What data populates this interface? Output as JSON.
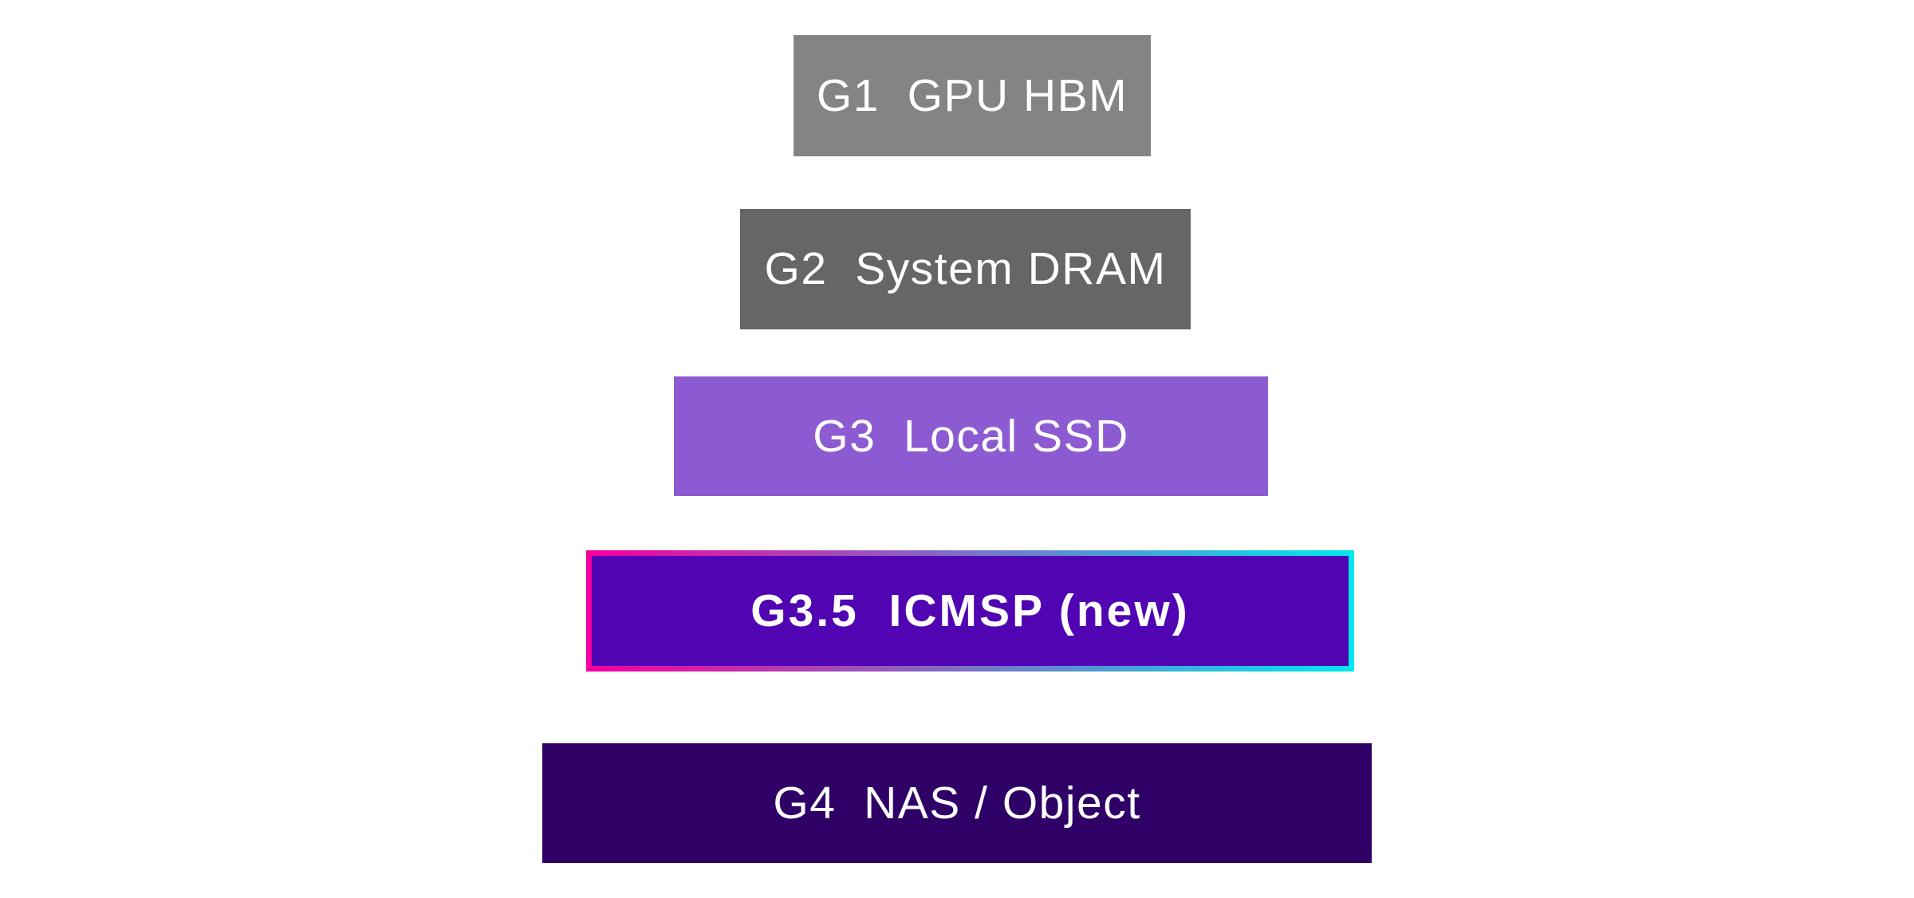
{
  "diagram": {
    "name": "storage-memory-hierarchy",
    "background_color": "#FFFFFF",
    "text_color": "#FFFFFF",
    "highlight_border_gradient": {
      "left": "#F5009E",
      "right": "#00E6EE"
    },
    "tiers": [
      {
        "id": "G1",
        "label": "G1  GPU HBM",
        "fill": "#848484",
        "bold": false,
        "highlighted": false
      },
      {
        "id": "G2",
        "label": "G2  System DRAM",
        "fill": "#666666",
        "bold": false,
        "highlighted": false
      },
      {
        "id": "G3",
        "label": "G3  Local SSD",
        "fill": "#8D5BD1",
        "bold": false,
        "highlighted": false
      },
      {
        "id": "G3.5",
        "label": "G3.5  ICMSP (new)",
        "fill": "#5004B2",
        "bold": true,
        "highlighted": true
      },
      {
        "id": "G4",
        "label": "G4  NAS / Object",
        "fill": "#2F0167",
        "bold": false,
        "highlighted": false
      }
    ]
  }
}
